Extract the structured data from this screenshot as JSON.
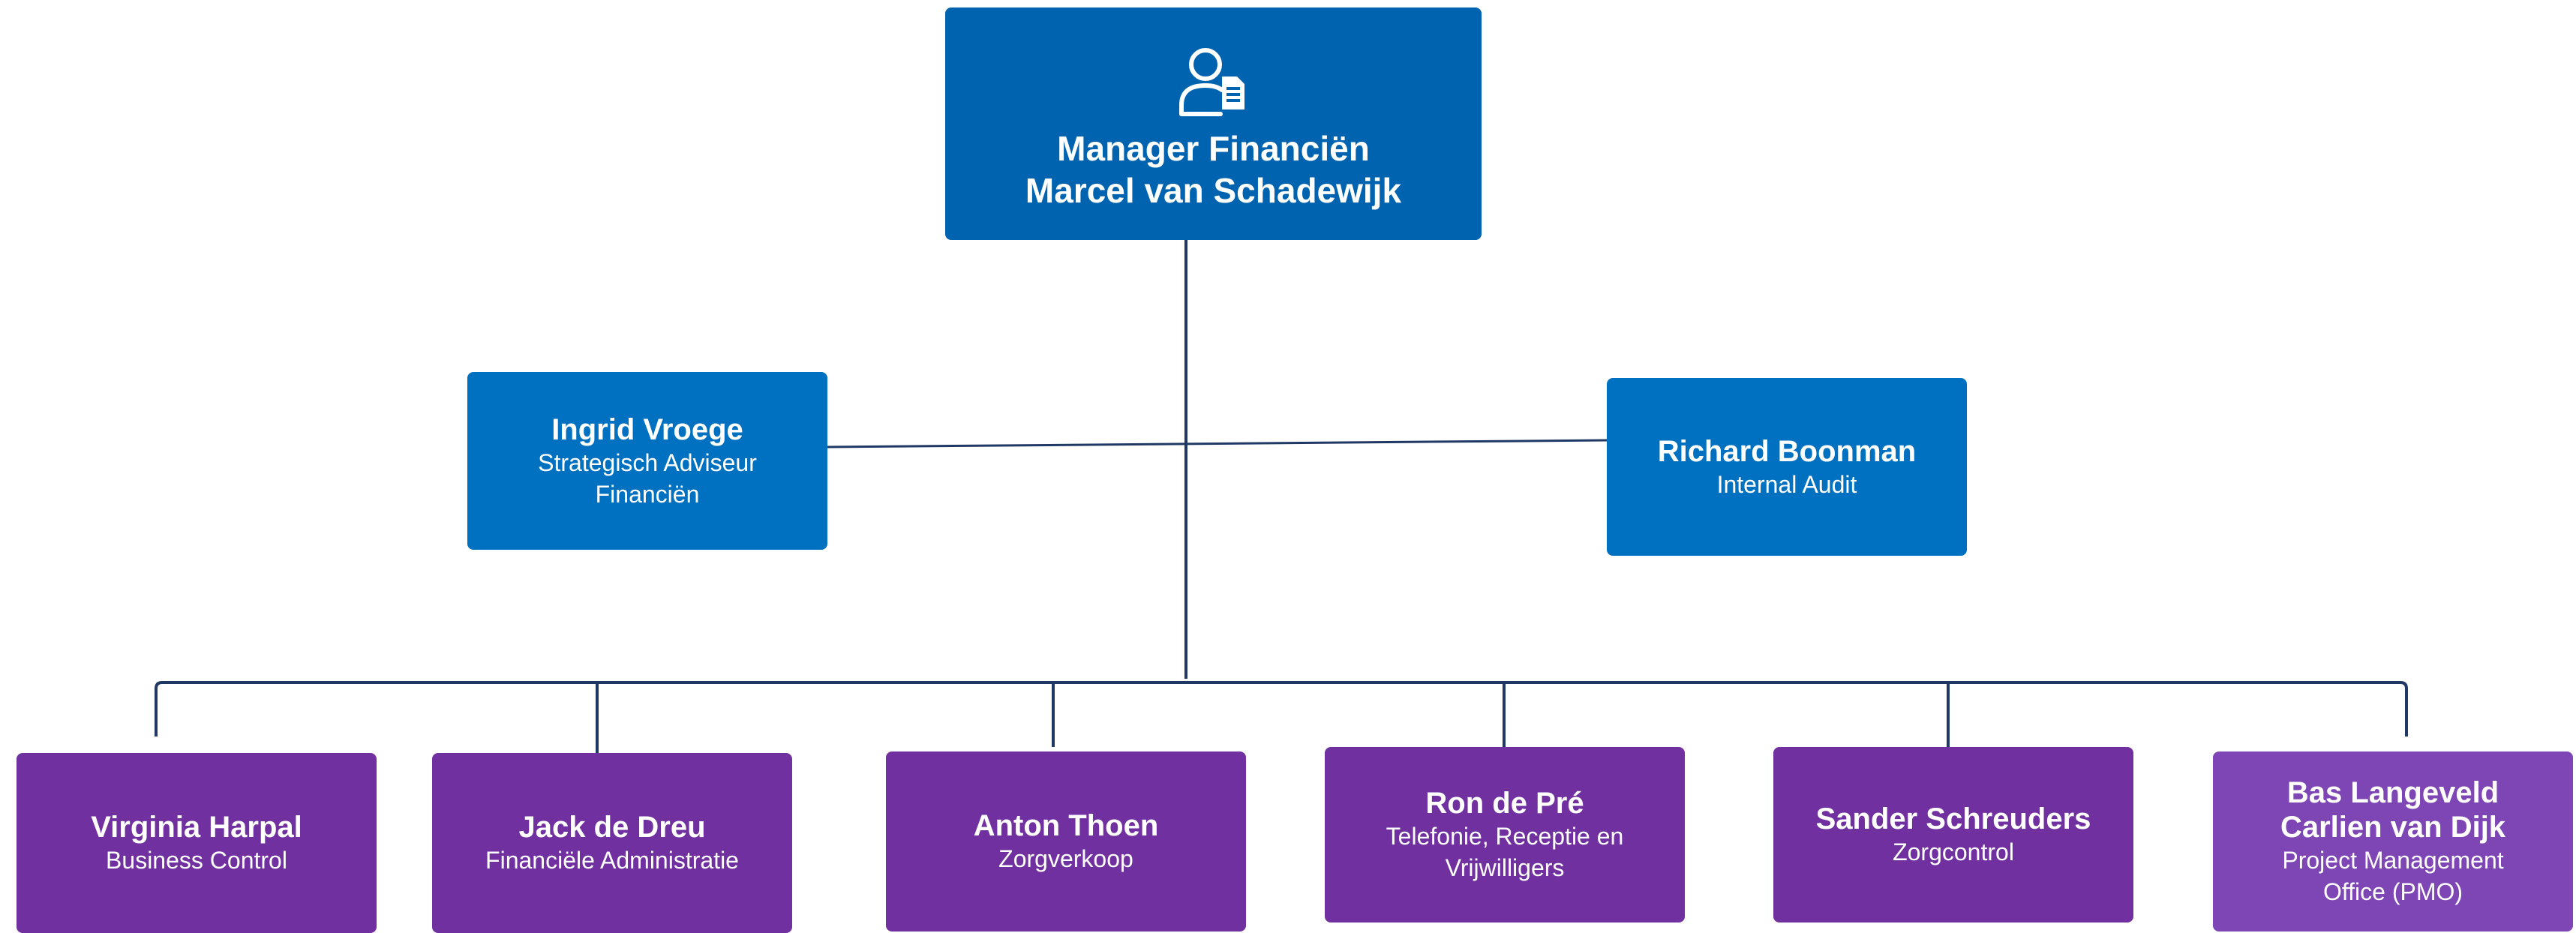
{
  "manager": {
    "title": "Manager Financiën",
    "name": "Marcel van Schadewijk",
    "icon": "person-document-icon"
  },
  "staff": [
    {
      "name": "Ingrid Vroege",
      "role_lines": [
        "Strategisch Adviseur",
        "Financiën"
      ]
    },
    {
      "name": "Richard Boonman",
      "role_lines": [
        "Internal Audit"
      ]
    }
  ],
  "departments": [
    {
      "names": [
        "Virginia Harpal"
      ],
      "role_lines": [
        "Business Control"
      ]
    },
    {
      "names": [
        "Jack de Dreu"
      ],
      "role_lines": [
        "Financiële Administratie"
      ]
    },
    {
      "names": [
        "Anton Thoen"
      ],
      "role_lines": [
        "Zorgverkoop"
      ]
    },
    {
      "names": [
        "Ron de Pré"
      ],
      "role_lines": [
        "Telefonie, Receptie en",
        "Vrijwilligers"
      ]
    },
    {
      "names": [
        "Sander Schreuders"
      ],
      "role_lines": [
        "Zorgcontrol"
      ]
    },
    {
      "names": [
        "Bas Langeveld",
        "Carlien van Dijk"
      ],
      "role_lines": [
        "Project Management",
        "Office (PMO)"
      ]
    }
  ],
  "colors": {
    "manager_box": "#0063b0",
    "staff_box": "#0070c0",
    "department_box": "#7030a0",
    "department_box_light": "#7e45b4",
    "connector": "#1f3864",
    "text": "#ffffff"
  }
}
